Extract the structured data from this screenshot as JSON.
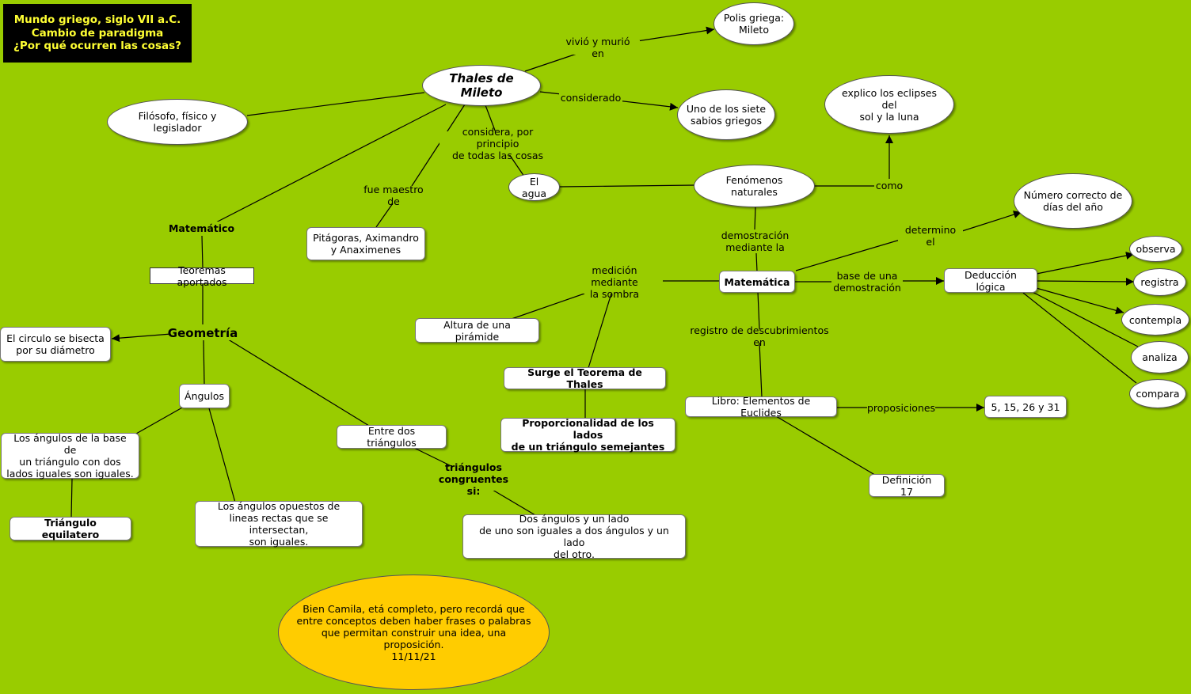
{
  "title": {
    "line1": "Mundo griego, siglo VII a.C.",
    "line2": "Cambio de paradigma",
    "line3": "¿Por qué ocurren las cosas?"
  },
  "nodes": {
    "thales": "Thales de Mileto",
    "polis": "Polis griega:\nMileto",
    "filosofo": "Filósofo, físico y legislador",
    "sabios": "Uno de los siete\nsabios griegos",
    "eclipses": "explico los eclipses del\nsol y la luna",
    "agua": "El agua",
    "fenomenos": "Fenómenos naturales",
    "numero_dias": "Número correcto de\ndías del año",
    "pitagoras": "Pitágoras, Aximandro\ny Anaximenes",
    "teoremas": "Teoremas aportados",
    "circulo": "El circulo se bisecta\npor su diámetro",
    "angulos": "Ángulos",
    "entre_triangulos": "Entre dos triángulos",
    "angulos_base": "Los ángulos de la base de\nun triángulo con dos\nlados iguales son iguales.",
    "equilatero": "Triángulo equilatero",
    "opuestos": "Los ángulos opuestos de\nlineas rectas que se intersectan,\nson iguales.",
    "dos_angulos": "Dos ángulos y un lado\nde uno son iguales a dos ángulos y un lado\ndel otro.",
    "altura_piramide": "Altura de una pirámide",
    "teorema_thales": "Surge el Teorema de Thales",
    "proporcionalidad": "Proporcionalidad de los lados\nde un triángulo semejantes",
    "matematica": "Matemática",
    "deduccion": "Deducción lógica",
    "observa": "observa",
    "registra": "registra",
    "contempla": "contempla",
    "analiza": "analiza",
    "compara": "compara",
    "libro": "Libro: Elementos de Euclides",
    "proposiciones_nums": "5, 15, 26 y 31",
    "definicion": "Definición 17"
  },
  "links": {
    "vivio": "vivió y murió en",
    "considerado": "considerado",
    "considera": "considera, por principio\nde todas las cosas",
    "fue_maestro": "fue maestro de",
    "matematico": "Matemático",
    "geometria": "Geometría",
    "como": "como",
    "demostracion": "demostración\nmediante la",
    "determino": "determino el",
    "medicion": "medición mediante\nla sombra",
    "base_demo": "base de una\ndemostración",
    "registro": "registro de descubrimientos en",
    "proposiciones": "proposiciones",
    "congruentes": "triángulos congruentes\nsi:"
  },
  "note": "Bien Camila, etá completo, pero  recordá que\nentre conceptos deben haber frases o palabras\nque permitan construir una idea, una proposición.\n11/11/21",
  "colors": {
    "background": "#99cc00",
    "title_bg": "#000000",
    "title_text": "#ffff33",
    "note_bg": "#ffcc00"
  }
}
